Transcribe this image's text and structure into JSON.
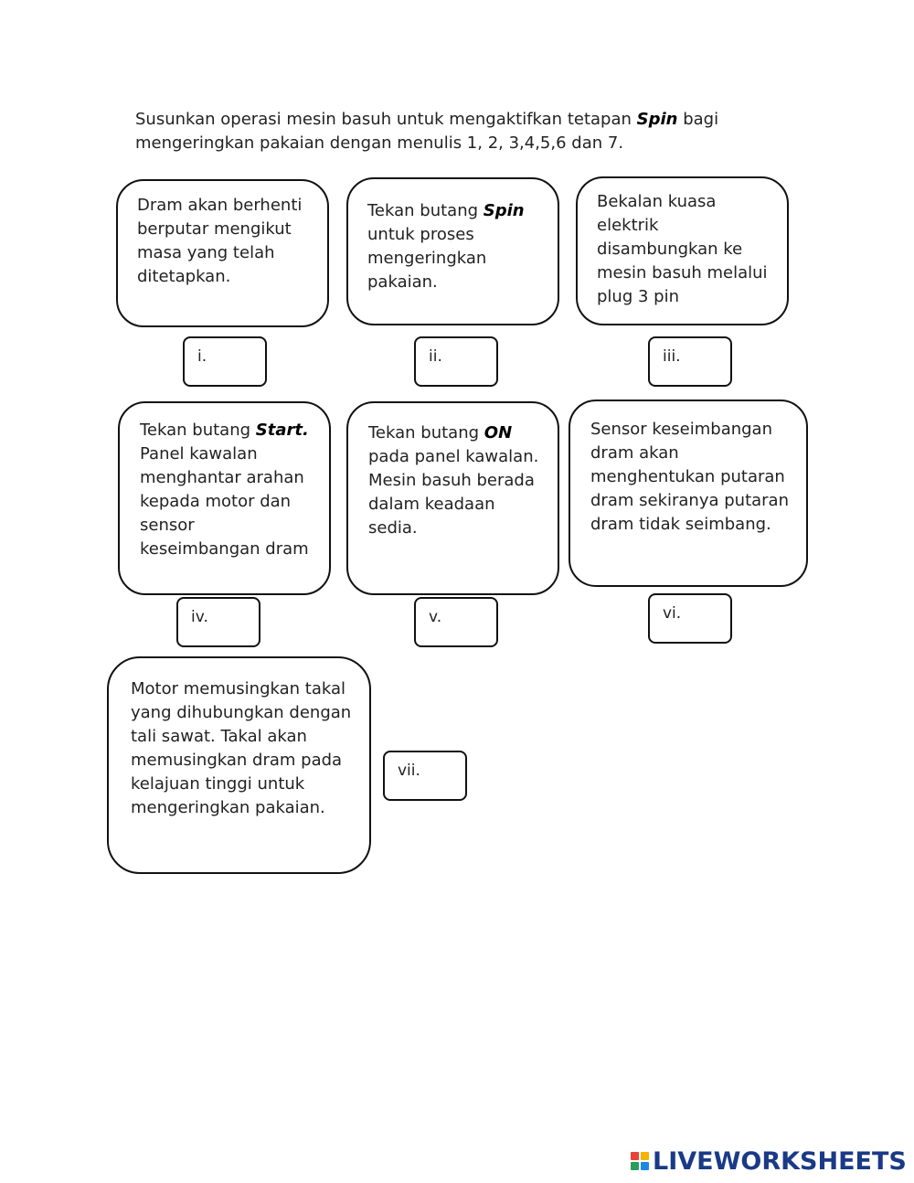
{
  "instruction": {
    "before": "Susunkan operasi mesin basuh untuk mengaktifkan tetapan ",
    "keyword": "Spin",
    "after": " bagi mengeringkan pakaian dengan menulis 1, 2, 3,4,5,6 dan 7."
  },
  "cards": [
    {
      "id": "i",
      "before": "Dram akan berhenti berputar mengikut masa yang telah ditetapkan.",
      "keyword": "",
      "after": "",
      "answer_label": "i."
    },
    {
      "id": "ii",
      "before": "Tekan butang ",
      "keyword": "Spin",
      "after": " untuk proses mengeringkan pakaian.",
      "answer_label": "ii."
    },
    {
      "id": "iii",
      "before": "Bekalan kuasa elektrik disambungkan ke mesin basuh melalui plug 3 pin",
      "keyword": "",
      "after": "",
      "answer_label": "iii."
    },
    {
      "id": "iv",
      "before": "Tekan butang ",
      "keyword": "Start.",
      "after": " Panel kawalan menghantar arahan kepada motor dan sensor keseimbangan dram",
      "answer_label": "iv."
    },
    {
      "id": "v",
      "before": "Tekan butang ",
      "keyword": "ON",
      "after": " pada panel kawalan. Mesin basuh berada dalam keadaan sedia.",
      "answer_label": "v."
    },
    {
      "id": "vi",
      "before": "Sensor keseimbangan dram akan menghentukan putaran dram sekiranya putaran dram tidak seimbang.",
      "keyword": "",
      "after": "",
      "answer_label": "vi."
    },
    {
      "id": "vii",
      "before": "Motor memusingkan takal yang dihubungkan dengan tali sawat. Takal akan memusingkan dram pada kelajuan tinggi untuk mengeringkan pakaian.",
      "keyword": "",
      "after": "",
      "answer_label": "vii."
    }
  ],
  "branding": {
    "logo_text": "LIVEWORKSHEETS",
    "logo_colors": [
      "#e8443a",
      "#f4b400",
      "#2a9d5c",
      "#1e88e5"
    ],
    "text_color": "#1a3a87"
  }
}
